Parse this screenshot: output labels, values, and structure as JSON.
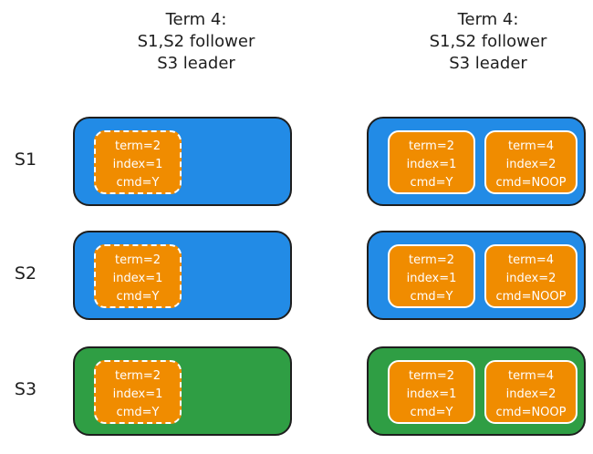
{
  "headers": [
    {
      "lines": [
        "Term 4:",
        "S1,S2 follower",
        "S3 leader"
      ]
    },
    {
      "lines": [
        "Term 4:",
        "S1,S2 follower",
        "S3 leader"
      ]
    }
  ],
  "colors": {
    "follower": "#228be6",
    "leader": "#2f9e44",
    "entry": "#f08c00"
  },
  "rows": [
    {
      "label": "S1",
      "role": "follower",
      "left": [
        {
          "term": "term=2",
          "index": "index=1",
          "cmd": "cmd=Y",
          "uncommitted": true
        }
      ],
      "right": [
        {
          "term": "term=2",
          "index": "index=1",
          "cmd": "cmd=Y"
        },
        {
          "term": "term=4",
          "index": "index=2",
          "cmd": "cmd=NOOP"
        }
      ]
    },
    {
      "label": "S2",
      "role": "follower",
      "left": [
        {
          "term": "term=2",
          "index": "index=1",
          "cmd": "cmd=Y",
          "uncommitted": true
        }
      ],
      "right": [
        {
          "term": "term=2",
          "index": "index=1",
          "cmd": "cmd=Y"
        },
        {
          "term": "term=4",
          "index": "index=2",
          "cmd": "cmd=NOOP"
        }
      ]
    },
    {
      "label": "S3",
      "role": "leader",
      "left": [
        {
          "term": "term=2",
          "index": "index=1",
          "cmd": "cmd=Y",
          "uncommitted": true
        }
      ],
      "right": [
        {
          "term": "term=2",
          "index": "index=1",
          "cmd": "cmd=Y"
        },
        {
          "term": "term=4",
          "index": "index=2",
          "cmd": "cmd=NOOP"
        }
      ]
    }
  ]
}
